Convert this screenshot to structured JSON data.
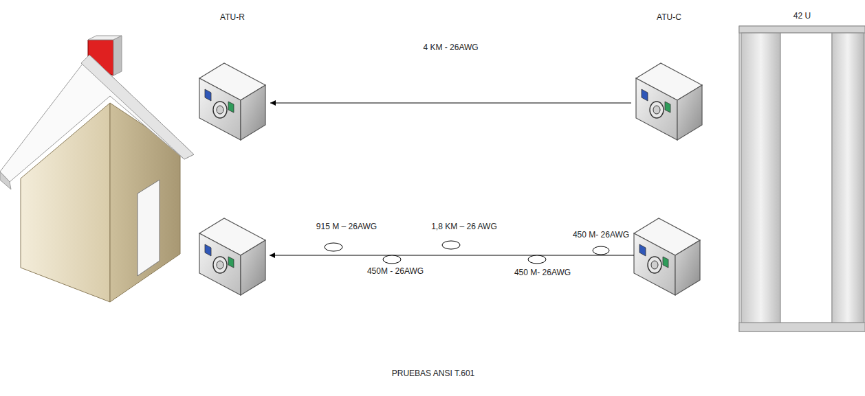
{
  "diagram": {
    "caption": "PRUEBAS ANSI T.601",
    "nodes": [
      {
        "text": [
          "ATU-R"
        ]
      },
      {
        "text": [
          "ATU-C"
        ]
      },
      {
        "text": [
          "42 U"
        ]
      }
    ],
    "edges": [
      {
        "from": 1,
        "to": 0,
        "arrow": "to",
        "label": "4 KM  -  26AWG"
      }
    ],
    "labels": [
      "915 M – 26AWG",
      "1,8 KM – 26 AWG",
      "450 M- 26AWG",
      "450M  - 26AWG",
      "450 M- 26AWG"
    ]
  }
}
